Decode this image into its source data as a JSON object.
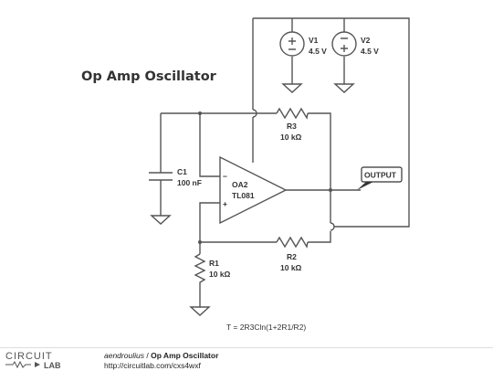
{
  "title": "Op Amp Oscillator",
  "formula": "T = 2R3Cln(1+2R1/R2)",
  "components": {
    "v1": {
      "name": "V1",
      "value": "4.5 V"
    },
    "v2": {
      "name": "V2",
      "value": "4.5 V"
    },
    "r3": {
      "name": "R3",
      "value": "10 kΩ"
    },
    "r2": {
      "name": "R2",
      "value": "10 kΩ"
    },
    "r1": {
      "name": "R1",
      "value": "10 kΩ"
    },
    "c1": {
      "name": "C1",
      "value": "100 nF"
    },
    "oa2": {
      "name": "OA2",
      "value": "TL081"
    },
    "output": {
      "label": "OUTPUT"
    }
  },
  "footer": {
    "logo_top": "CIRCUIT",
    "logo_bottom": "LAB",
    "author": "aendroulius",
    "separator": "/",
    "page_title": "Op Amp Oscillator",
    "url": "http://circuitlab.com/cxs4wxf"
  }
}
